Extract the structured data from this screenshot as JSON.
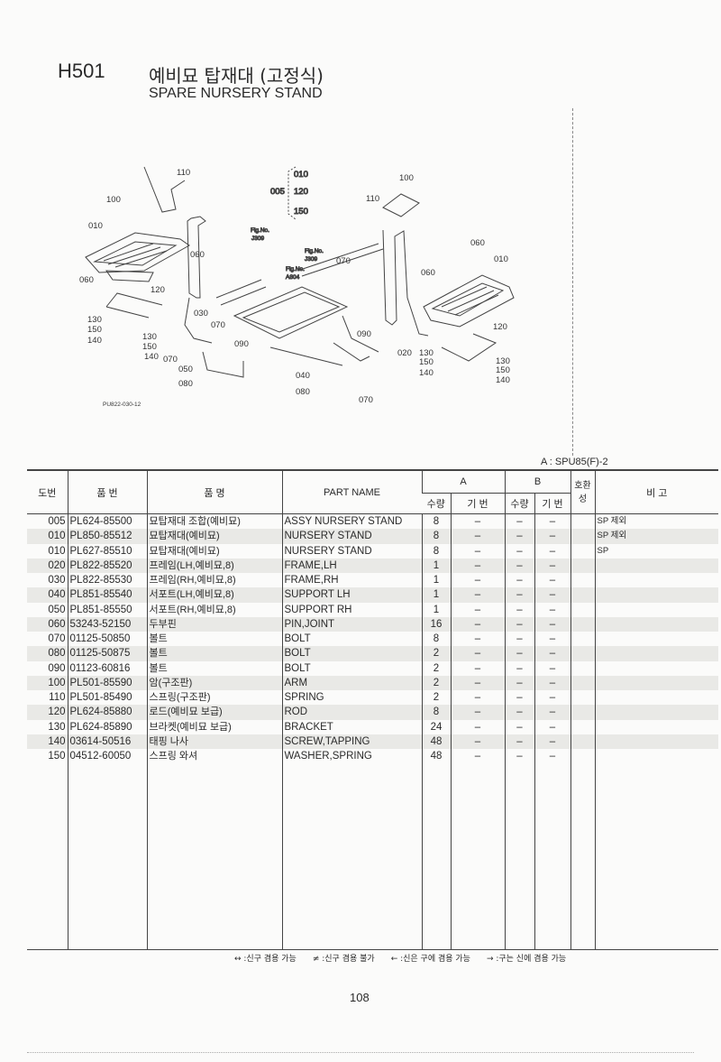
{
  "header": {
    "code": "H501",
    "title_ko": "예비묘 탑재대 (고정식)",
    "title_en": "SPARE NURSERY STAND"
  },
  "diagram": {
    "caption": "PU822-030-12",
    "fig_no": "Fig.No.",
    "refs": [
      "J309",
      "J309",
      "A804"
    ],
    "group": {
      "id": "005",
      "from": "010",
      "mid": "120",
      "to": "150"
    },
    "labels": [
      "110",
      "100",
      "010",
      "060",
      "060",
      "120",
      "130",
      "150",
      "140",
      "130",
      "150",
      "140",
      "030",
      "070",
      "070",
      "090",
      "050",
      "080",
      "100",
      "110",
      "070",
      "060",
      "010",
      "060",
      "090",
      "020",
      "040",
      "080",
      "070",
      "120",
      "130",
      "150",
      "140",
      "130",
      "150",
      "140"
    ]
  },
  "model_note": "A : SPU85(F)-2",
  "table": {
    "headers": {
      "no": "도번",
      "part_no": "품  번",
      "name_ko": "품        명",
      "part_name": "PART  NAME",
      "a": "A",
      "b": "B",
      "qty": "수량",
      "serial": "기 번",
      "compat": "호환성",
      "remarks": "비    고"
    },
    "rows": [
      [
        "005",
        "PL624-85500",
        "묘탑재대 조합(예비묘)",
        "ASSY NURSERY STAND",
        "8",
        "–",
        "–",
        "–",
        "",
        "SP 제외"
      ],
      [
        "010",
        "PL850-85512",
        "묘탑재대(예비묘)",
        "NURSERY STAND",
        "8",
        "–",
        "–",
        "–",
        "",
        "SP 제외"
      ],
      [
        "010",
        "PL627-85510",
        "묘탑재대(예비묘)",
        "NURSERY STAND",
        "8",
        "–",
        "–",
        "–",
        "",
        "SP"
      ],
      [
        "020",
        "PL822-85520",
        "프레임(LH,예비묘,8)",
        "FRAME,LH",
        "1",
        "–",
        "–",
        "–",
        "",
        ""
      ],
      [
        "030",
        "PL822-85530",
        "프레임(RH,예비묘,8)",
        "FRAME,RH",
        "1",
        "–",
        "–",
        "–",
        "",
        ""
      ],
      [
        "040",
        "PL851-85540",
        "서포트(LH,예비묘,8)",
        "SUPPORT LH",
        "1",
        "–",
        "–",
        "–",
        "",
        ""
      ],
      [
        "050",
        "PL851-85550",
        "서포트(RH,예비묘,8)",
        "SUPPORT RH",
        "1",
        "–",
        "–",
        "–",
        "",
        ""
      ],
      [
        "060",
        "53243-52150",
        "두부핀",
        "PIN,JOINT",
        "16",
        "–",
        "–",
        "–",
        "",
        ""
      ],
      [
        "070",
        "01125-50850",
        "볼트",
        "BOLT",
        "8",
        "–",
        "–",
        "–",
        "",
        ""
      ],
      [
        "080",
        "01125-50875",
        "볼트",
        "BOLT",
        "2",
        "–",
        "–",
        "–",
        "",
        ""
      ],
      [
        "090",
        "01123-60816",
        "볼트",
        "BOLT",
        "2",
        "–",
        "–",
        "–",
        "",
        ""
      ],
      [
        "100",
        "PL501-85590",
        "암(구조판)",
        "ARM",
        "2",
        "–",
        "–",
        "–",
        "",
        ""
      ],
      [
        "110",
        "PL501-85490",
        "스프링(구조판)",
        "SPRING",
        "2",
        "–",
        "–",
        "–",
        "",
        ""
      ],
      [
        "120",
        "PL624-85880",
        "로드(예비묘 보급)",
        "ROD",
        "8",
        "–",
        "–",
        "–",
        "",
        ""
      ],
      [
        "130",
        "PL624-85890",
        "브라켓(예비묘 보급)",
        "BRACKET",
        "24",
        "–",
        "–",
        "–",
        "",
        ""
      ],
      [
        "140",
        "03614-50516",
        "태핑 나사",
        "SCREW,TAPPING",
        "48",
        "–",
        "–",
        "–",
        "",
        ""
      ],
      [
        "150",
        "04512-60050",
        "스프링 와셔",
        "WASHER,SPRING",
        "48",
        "–",
        "–",
        "–",
        "",
        ""
      ]
    ]
  },
  "legend": [
    "↔ :신구 겸용 가능",
    "≠ :신구 겸용 불가",
    "← :신은 구에 겸용 가능",
    "→ :구는 신에 겸용 가능"
  ],
  "page_number": "108"
}
